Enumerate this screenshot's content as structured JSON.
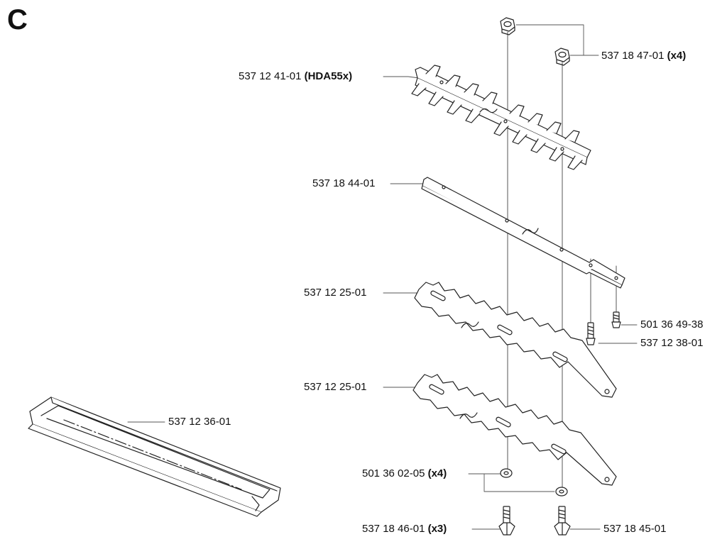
{
  "section": "C",
  "parts": {
    "nut": {
      "number": "537 18 47-01",
      "qty": "(x4)"
    },
    "upper_blade": {
      "number": "537 12 41-01",
      "qty": "(HDA55x)"
    },
    "spacer_bar": {
      "number": "537 18 44-01"
    },
    "blade_a": {
      "number": "537 12 25-01"
    },
    "blade_b": {
      "number": "537 12 25-01"
    },
    "screw_small": {
      "number": "501 36 49-38"
    },
    "screw_large": {
      "number": "537 12 38-01"
    },
    "blade_guard": {
      "number": "537 12 36-01"
    },
    "washer": {
      "number": "501 36 02-05",
      "qty": "(x4)"
    },
    "bolt_left": {
      "number": "537 18 46-01",
      "qty": "(x3)"
    },
    "bolt_right": {
      "number": "537 18 45-01"
    }
  }
}
